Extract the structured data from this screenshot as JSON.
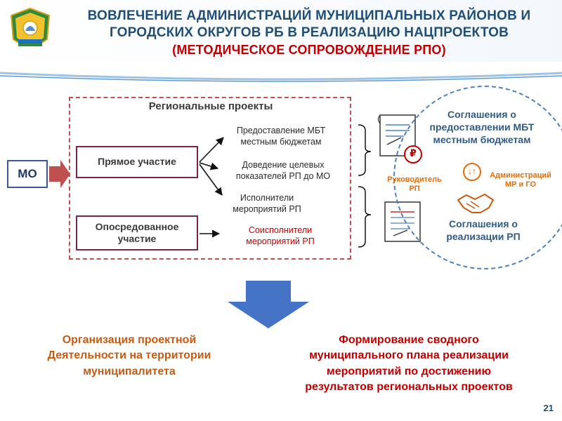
{
  "header": {
    "title_line1": "ВОВЛЕЧЕНИЕ АДМИНИСТРАЦИЙ МУНИЦИПАЛЬНЫХ РАЙОНОВ И",
    "title_line2": "ГОРОДСКИХ ОКРУГОВ РБ В РЕАЛИЗАЦИЮ НАЦПРОЕКТОВ",
    "subtitle": "(МЕТОДИЧЕСКОЕ СОПРОВОЖДЕНИЕ РПО)",
    "logo_icon": "coat-of-arms-icon"
  },
  "diagram": {
    "mo_label": "МО",
    "regional_projects_title": "Региональные проекты",
    "direct_participation": "Прямое участие",
    "indirect_participation_line1": "Опосредованное",
    "indirect_participation_line2": "участие",
    "items": [
      {
        "line1": "Предоставление МБТ",
        "line2": "местным бюджетам"
      },
      {
        "line1": "Доведение целевых",
        "line2": "показателей РП до МО"
      },
      {
        "line1": "Исполнители",
        "line2": "мероприятий РП"
      },
      {
        "line1": "Соисполнители",
        "line2": "мероприятий РП"
      }
    ],
    "agreement1_line1": "Соглашения о",
    "agreement1_line2": "предоставлении МБТ",
    "agreement1_line3": "местным бюджетам",
    "agreement2_line1": "Соглашения о",
    "agreement2_line2": "реализации РП",
    "role_left_line1": "Руководитель",
    "role_left_line2": "РП",
    "role_right_line1": "Администраций",
    "role_right_line2": "МР и ГО",
    "ruble_symbol": "₽",
    "exchange_symbol": "↓↑"
  },
  "bottom": {
    "left_line1": "Организация проектной",
    "left_line2": "Деятельности на территории",
    "left_line3": "муниципалитета",
    "right_line1": "Формирование сводного",
    "right_line2": "муниципального плана реализации",
    "right_line3": "мероприятий по достижению",
    "right_line4": "результатов региональных проектов"
  },
  "page_number": "21",
  "colors": {
    "title_blue": "#1f4e79",
    "subtitle_red": "#c00000",
    "dashed_red": "#c0504d",
    "box_border": "#7a2547",
    "circle_blue": "#4f81bd",
    "accent_orange": "#e46c0a",
    "arrow_blue": "#4472c4"
  }
}
